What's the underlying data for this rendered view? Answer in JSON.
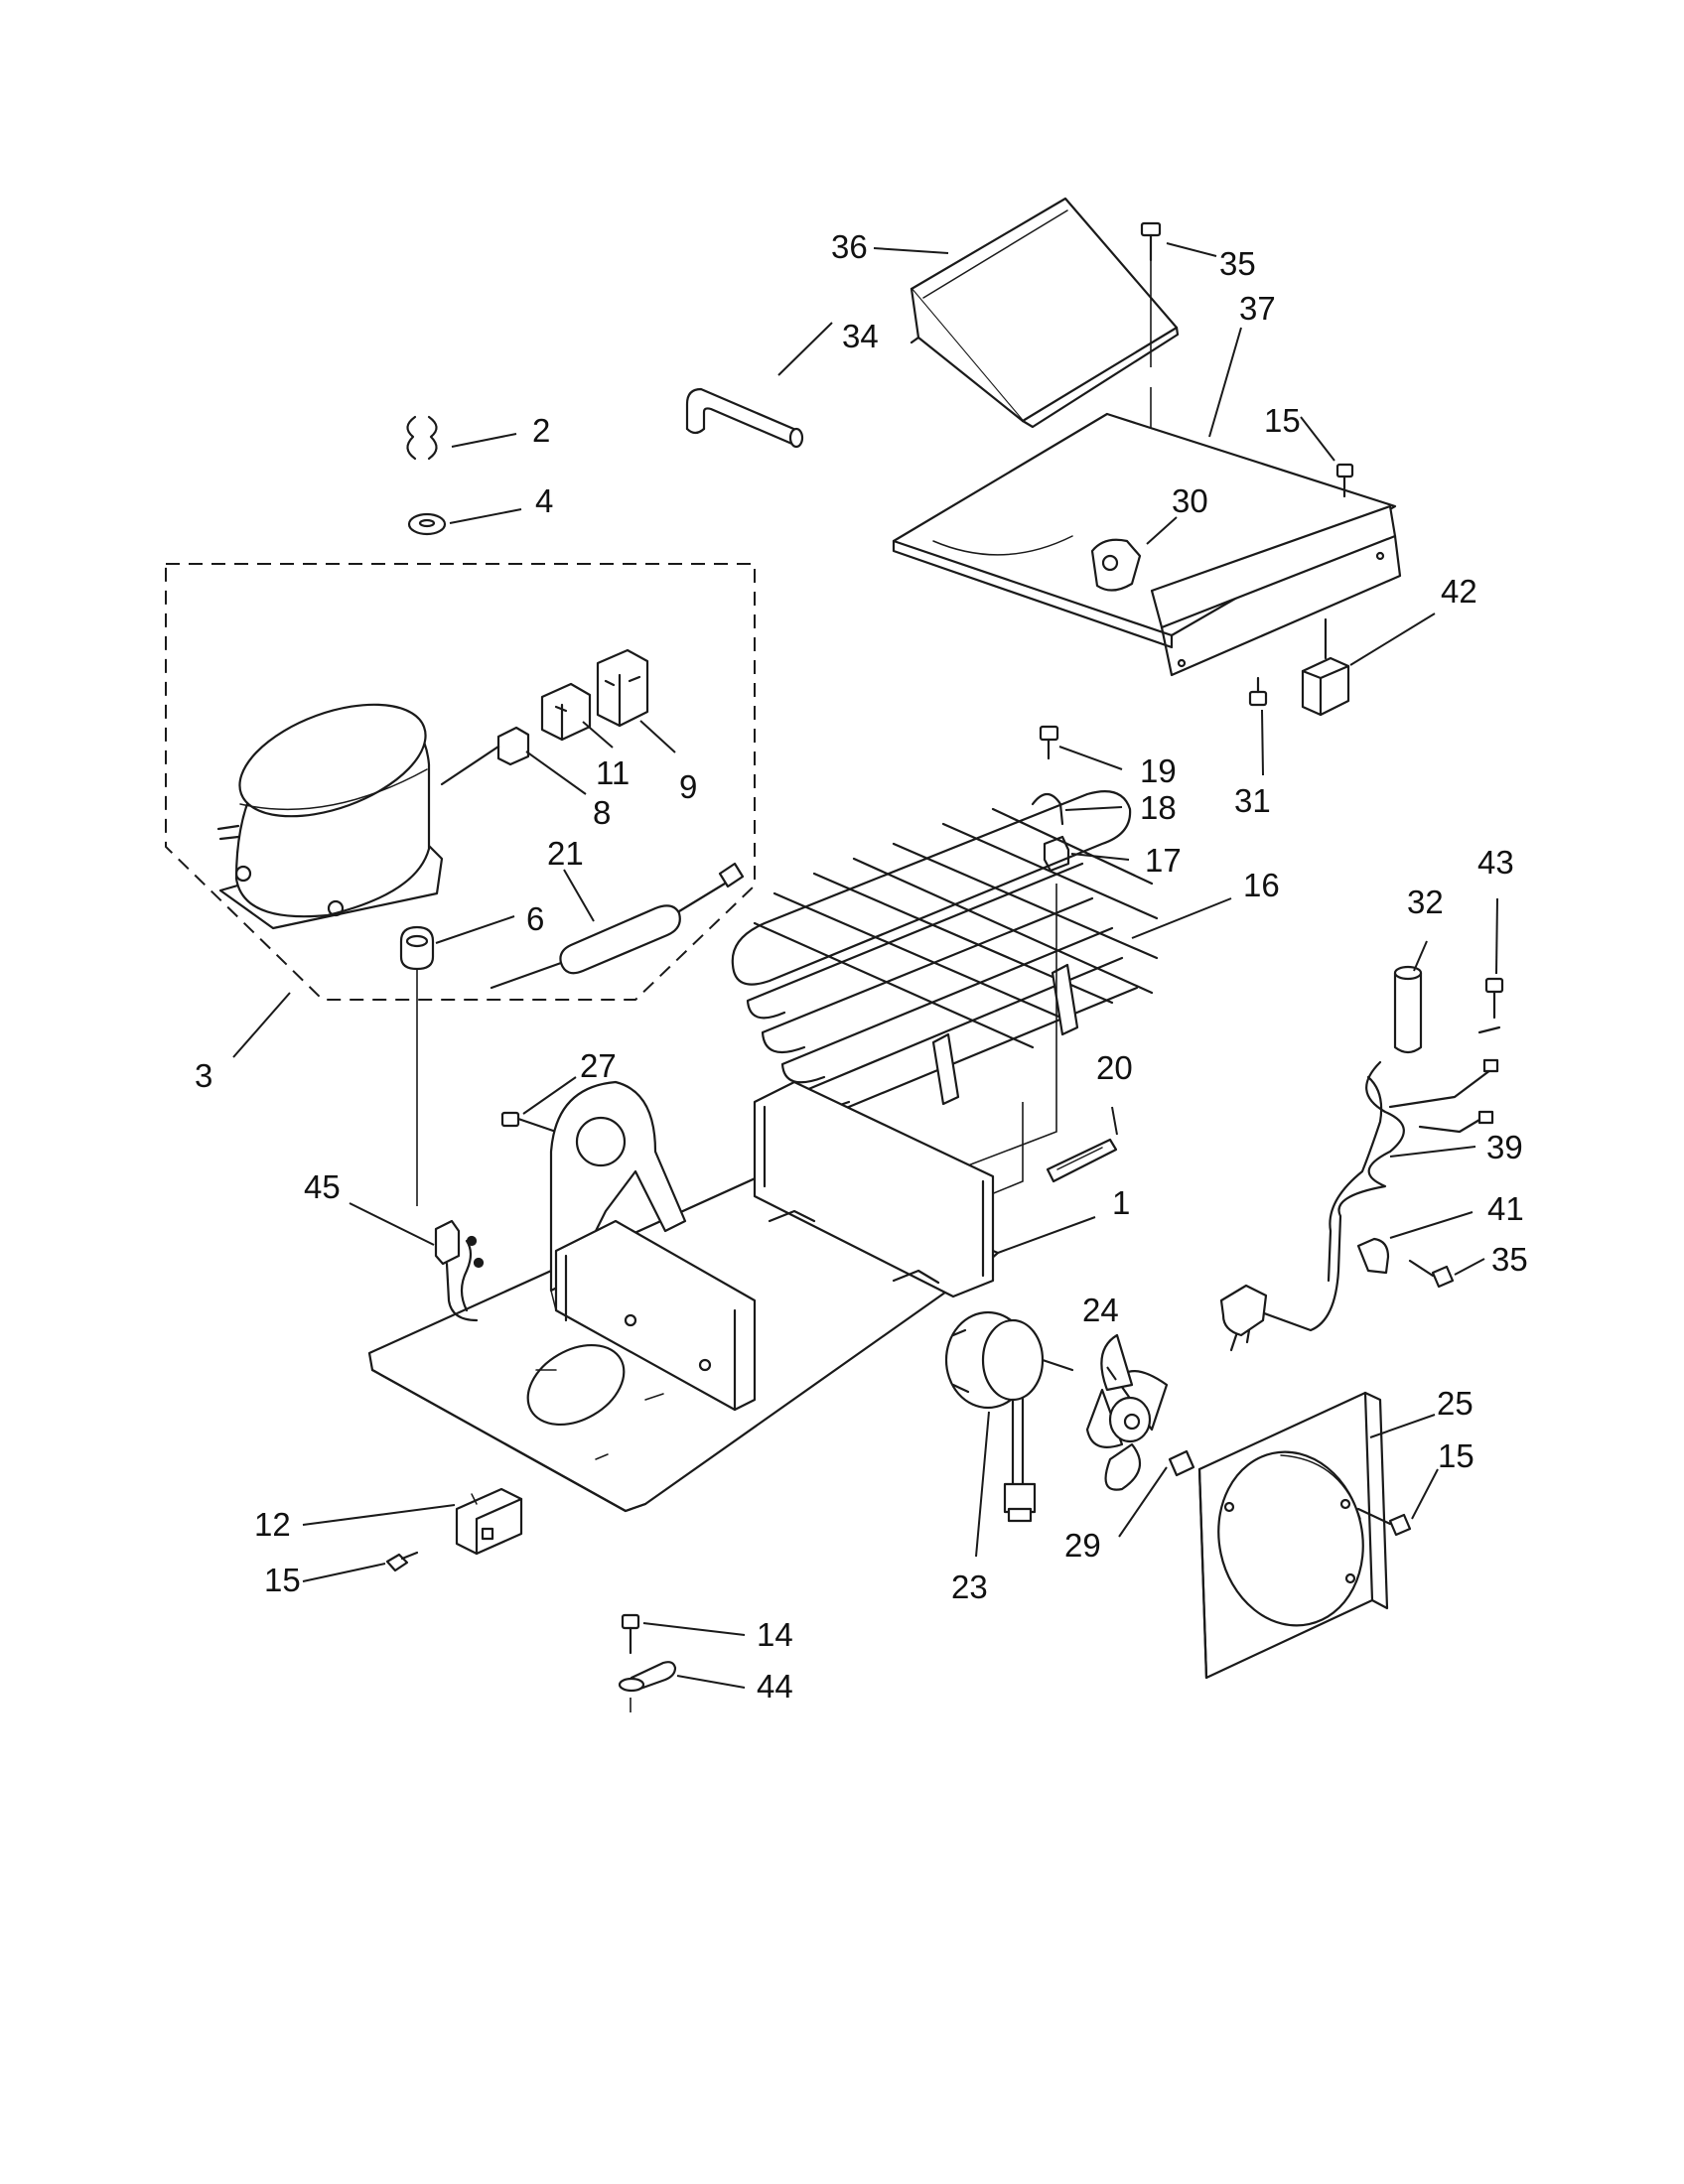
{
  "callouts": [
    {
      "id": "c36",
      "label": "36"
    },
    {
      "id": "c35a",
      "label": "35"
    },
    {
      "id": "c34",
      "label": "34"
    },
    {
      "id": "c37",
      "label": "37"
    },
    {
      "id": "c2",
      "label": "2"
    },
    {
      "id": "c15a",
      "label": "15"
    },
    {
      "id": "c4",
      "label": "4"
    },
    {
      "id": "c30",
      "label": "30"
    },
    {
      "id": "c42",
      "label": "42"
    },
    {
      "id": "c9",
      "label": "9"
    },
    {
      "id": "c11",
      "label": "11"
    },
    {
      "id": "c8",
      "label": "8"
    },
    {
      "id": "c19",
      "label": "19"
    },
    {
      "id": "c31",
      "label": "31"
    },
    {
      "id": "c18",
      "label": "18"
    },
    {
      "id": "c17",
      "label": "17"
    },
    {
      "id": "c21",
      "label": "21"
    },
    {
      "id": "c16",
      "label": "16"
    },
    {
      "id": "c6",
      "label": "6"
    },
    {
      "id": "c32",
      "label": "32"
    },
    {
      "id": "c43",
      "label": "43"
    },
    {
      "id": "c3",
      "label": "3"
    },
    {
      "id": "c27",
      "label": "27"
    },
    {
      "id": "c20",
      "label": "20"
    },
    {
      "id": "c39",
      "label": "39"
    },
    {
      "id": "c45",
      "label": "45"
    },
    {
      "id": "c1",
      "label": "1"
    },
    {
      "id": "c41",
      "label": "41"
    },
    {
      "id": "c24",
      "label": "24"
    },
    {
      "id": "c35b",
      "label": "35"
    },
    {
      "id": "c25",
      "label": "25"
    },
    {
      "id": "c15b",
      "label": "15"
    },
    {
      "id": "c12",
      "label": "12"
    },
    {
      "id": "c29",
      "label": "29"
    },
    {
      "id": "c23",
      "label": "23"
    },
    {
      "id": "c15c",
      "label": "15"
    },
    {
      "id": "c14",
      "label": "14"
    },
    {
      "id": "c44",
      "label": "44"
    }
  ]
}
